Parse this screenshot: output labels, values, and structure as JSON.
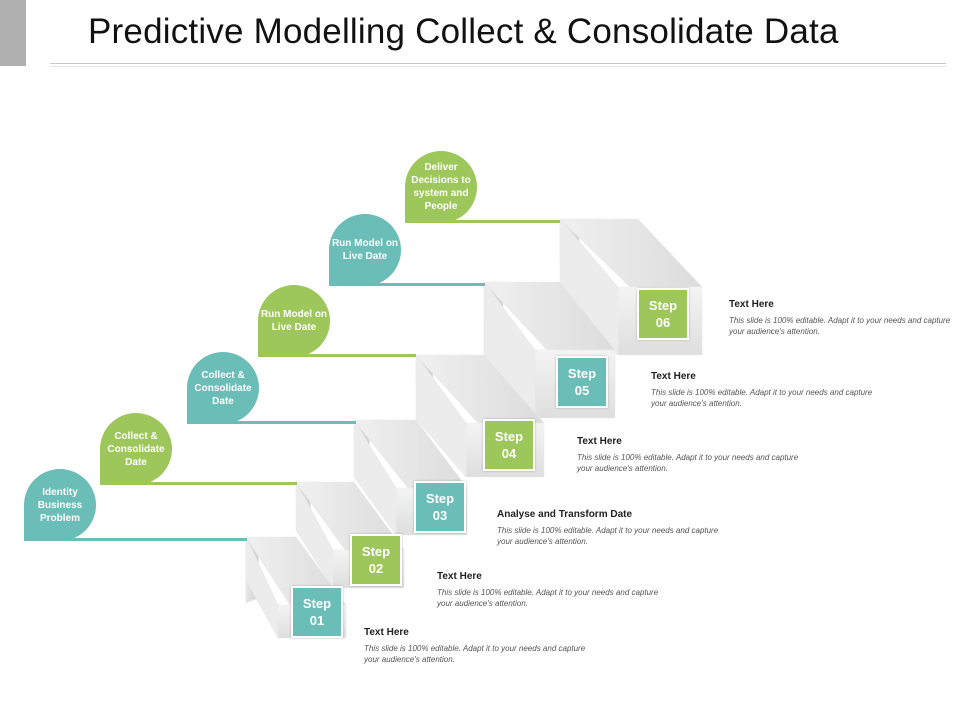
{
  "title": "Predictive Modelling Collect & Consolidate Data",
  "colors": {
    "teal": "#6bbdb8",
    "green": "#9dc75a"
  },
  "bubbles": [
    {
      "label": "Identity Business Problem",
      "color": "teal"
    },
    {
      "label": "Collect & Consolidate Date",
      "color": "green"
    },
    {
      "label": "Collect & Consolidate Date",
      "color": "teal"
    },
    {
      "label": "Run Model on Live Date",
      "color": "green"
    },
    {
      "label": "Run Model on Live Date",
      "color": "teal"
    },
    {
      "label": "Deliver Decisions to system and People",
      "color": "green"
    }
  ],
  "steps": [
    {
      "word": "Step",
      "number": "01",
      "color": "teal",
      "heading": "Text Here",
      "body": "This slide is 100% editable. Adapt it to your needs and capture your audience's attention."
    },
    {
      "word": "Step",
      "number": "02",
      "color": "green",
      "heading": "Text Here",
      "body": "This slide is 100% editable. Adapt it to your needs and capture your audience's attention."
    },
    {
      "word": "Step",
      "number": "03",
      "color": "teal",
      "heading": "Analyse and Transform Date",
      "body": "This slide is 100% editable. Adapt it to your needs and capture your audience's attention."
    },
    {
      "word": "Step",
      "number": "04",
      "color": "green",
      "heading": "Text Here",
      "body": "This slide is 100% editable. Adapt it to your needs and capture your audience's attention."
    },
    {
      "word": "Step",
      "number": "05",
      "color": "teal",
      "heading": "Text Here",
      "body": "This slide is 100% editable. Adapt it to your needs and capture your audience's attention."
    },
    {
      "word": "Step",
      "number": "06",
      "color": "green",
      "heading": "Text Here",
      "body": "This slide is 100% editable. Adapt it to your needs and capture your audience's attention."
    }
  ]
}
